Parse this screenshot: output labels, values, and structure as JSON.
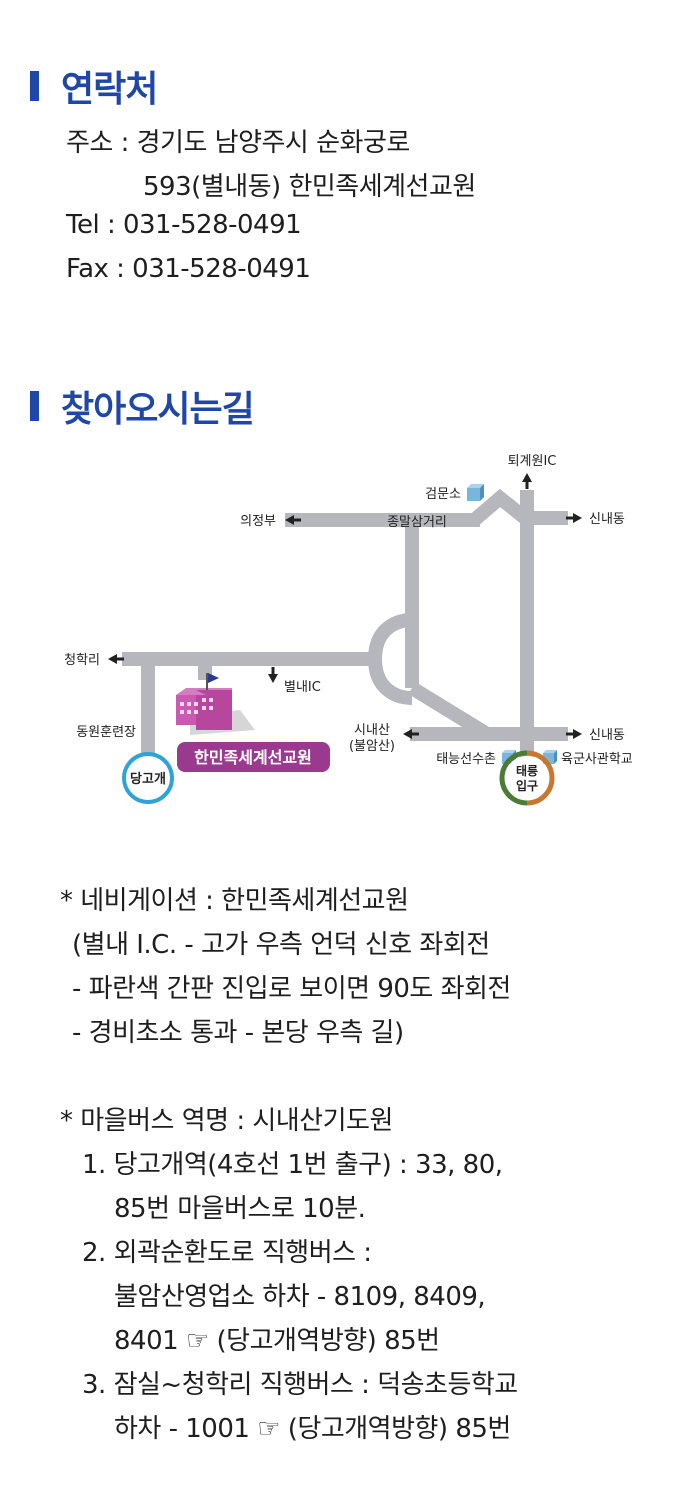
{
  "contact": {
    "title": "연락처",
    "address_label": "주소 : 경기도 남양주시 순화궁로",
    "address_line2": "593(별내동) 한민족세계선교원",
    "tel": "Tel : 031-528-0491",
    "fax": "Fax : 031-528-0491"
  },
  "directions": {
    "title": "찾아오시는길"
  },
  "map": {
    "labels": {
      "toegye_ic": "퇴계원IC",
      "geommunso": "검문소",
      "uijeongbu": "의정부",
      "jongmal": "종말삼거리",
      "sinnaedong_top": "신내동",
      "cheonghakri": "청학리",
      "byeolnae_ic": "별내IC",
      "dongwon": "동원훈련장",
      "sinaesan": "시내산",
      "bulamsan": "(불암산)",
      "sinnaedong_mid": "신내동",
      "taeneung_village": "태능선수촌",
      "army_academy": "육군사관학교",
      "danggogae": "당고개",
      "taereung_1": "태릉",
      "taereung_2": "입구",
      "mission_center": "한민족세계선교원"
    },
    "colors": {
      "road": "#b5b7bc",
      "mission_badge": "#9a3a8e",
      "building": "#b6479d",
      "danggogae_ring": "#2ea3d7",
      "taereung_ring_left": "#4b7b35",
      "taereung_ring_right": "#c8782e"
    }
  },
  "navigation": {
    "nav_line1": "* 네비게이션 : 한민족세계선교원",
    "nav_line2": "(별내 I.C. - 고가 우측 언덕 신호 좌회전",
    "nav_line3": "- 파란색 간판 진입로 보이면 90도 좌회전",
    "nav_line4": "- 경비초소 통과 - 본당 우측 길)"
  },
  "bus": {
    "heading": "* 마을버스 역명 : 시내산기도원",
    "item1_a": "1. 당고개역(4호선 1번 출구) : 33, 80,",
    "item1_b": "85번 마을버스로 10분.",
    "item2_a": "2. 외곽순환도로 직행버스 :",
    "item2_b": "불암산영업소 하차 - 8109, 8409,",
    "item2_c": "8401  ☞ (당고개역방향) 85번",
    "item3_a": "3. 잠실~청학리 직행버스 : 덕송초등학교",
    "item3_b": "하차 - 1001 ☞ (당고개역방향) 85번"
  }
}
